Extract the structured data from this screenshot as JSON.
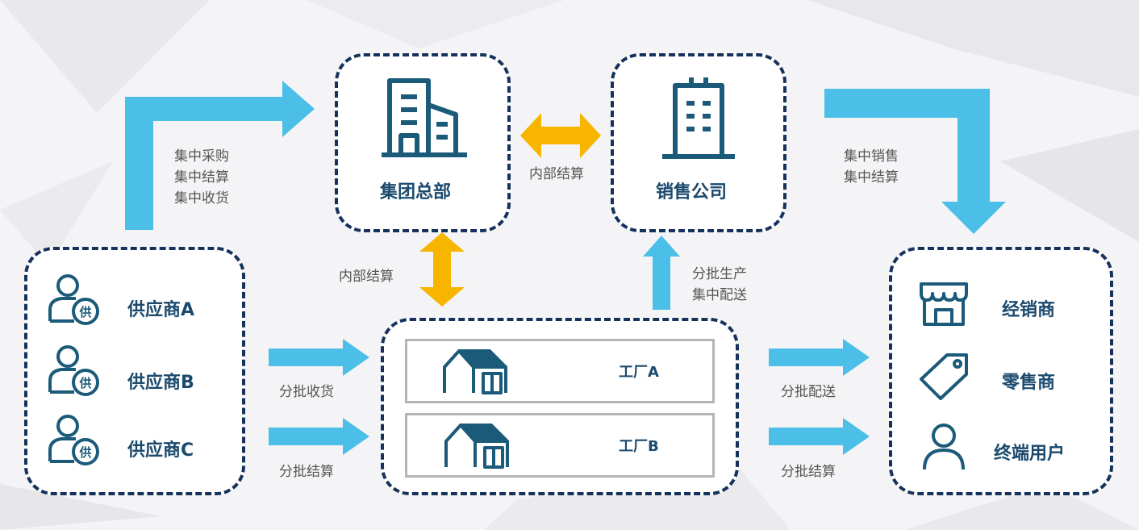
{
  "colors": {
    "arrow_blue": "#4bbfe7",
    "arrow_gold": "#f7b500",
    "dashed_border": "#16325c",
    "icon_teal": "#1b5a78",
    "text_dark_blue": "#1b4a6e"
  },
  "hq": {
    "title": "集团总部",
    "icon": "office-building-icon"
  },
  "sales_company": {
    "title": "销售公司",
    "icon": "tower-building-icon"
  },
  "suppliers": [
    {
      "name": "供应商A",
      "badge": "供",
      "icon": "supplier-person-icon"
    },
    {
      "name": "供应商B",
      "badge": "供",
      "icon": "supplier-person-icon"
    },
    {
      "name": "供应商C",
      "badge": "供",
      "icon": "supplier-person-icon"
    }
  ],
  "factories": [
    {
      "name": "工厂A",
      "icon": "factory-house-icon"
    },
    {
      "name": "工厂B",
      "icon": "factory-house-icon"
    }
  ],
  "customers": [
    {
      "name": "经销商",
      "icon": "storefront-icon"
    },
    {
      "name": "零售商",
      "icon": "price-tag-icon"
    },
    {
      "name": "终端用户",
      "icon": "user-icon"
    }
  ],
  "labels": {
    "procurement": [
      "集中采购",
      "集中结算",
      "集中收货"
    ],
    "hq_sales": "内部结算",
    "hq_factory": "内部结算",
    "sales_distribution": [
      "集中销售",
      "集中结算"
    ],
    "factory_to_sales": [
      "分批生产",
      "集中配送"
    ],
    "supplier_receive": "分批收货",
    "supplier_settle": "分批结算",
    "customer_deliver": "分批配送",
    "customer_settle": "分批结算"
  }
}
